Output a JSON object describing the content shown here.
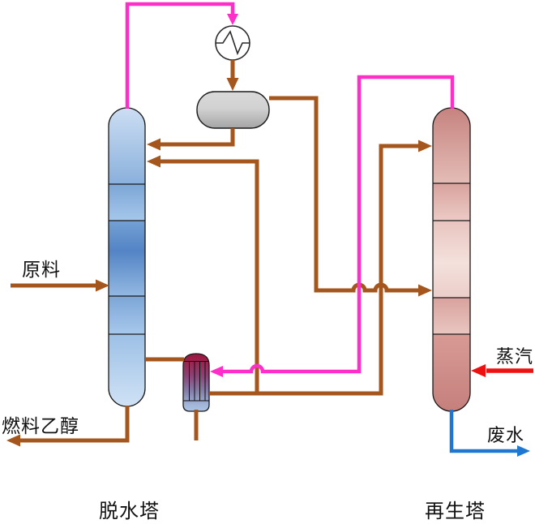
{
  "page": {
    "background": "#ffffff"
  },
  "labels": {
    "feed": "原料",
    "fuel_ethanol": "燃料乙醇",
    "steam": "蒸汽",
    "wastewater": "废水",
    "dehydration_tower": "脱水塔",
    "regeneration_tower": "再生塔"
  },
  "colors": {
    "liquid_stream": "#A4561C",
    "vapor_stream": "#FF2EC8",
    "steam_stream": "#EE1111",
    "wastewater_stream": "#1E78D2",
    "outline": "#1A1A1A"
  },
  "equipment": [
    {
      "name": "dehydration-column"
    },
    {
      "name": "condenser"
    },
    {
      "name": "reflux-drum"
    },
    {
      "name": "reboiler-heat-exchanger"
    },
    {
      "name": "regeneration-column"
    }
  ]
}
